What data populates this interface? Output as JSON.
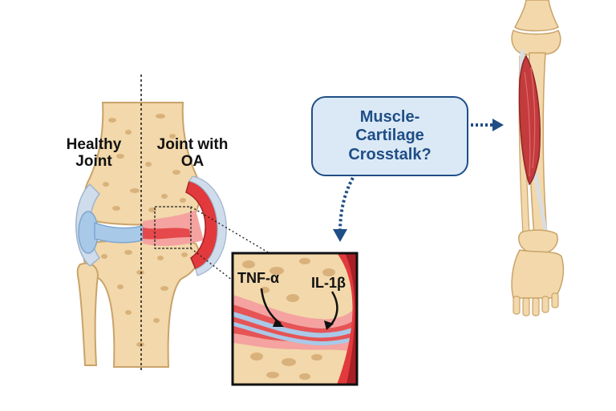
{
  "labels": {
    "healthy_joint": "Healthy\nJoint",
    "joint_with_oa": "Joint with\nOA",
    "question": "Muscle-\nCartilage\nCrosstalk?",
    "tnf": "TNF-α",
    "il1b": "IL-1β"
  },
  "colors": {
    "bone": "#f2d8aa",
    "bone_outline": "#c9a36a",
    "bone_pore": "#d9b17b",
    "cartilage": "#a9c9e8",
    "capsule": "#cfdceb",
    "inflammation": "#e23a3c",
    "inflammation_light": "#f4a3a0",
    "muscle": "#c33b3d",
    "tendon": "#d9dde2",
    "question_box_fill": "#dbe9f6",
    "question_box_stroke": "#1f4e86",
    "arrow_blue": "#1f4e86",
    "text": "#111111"
  },
  "icons": {
    "arrow_to_leg": "dotted-arrow-right-icon",
    "arrow_to_zoom": "dotted-arrow-down-icon",
    "arrow_tnf": "curved-arrow-icon",
    "arrow_il": "curved-arrow-icon"
  }
}
